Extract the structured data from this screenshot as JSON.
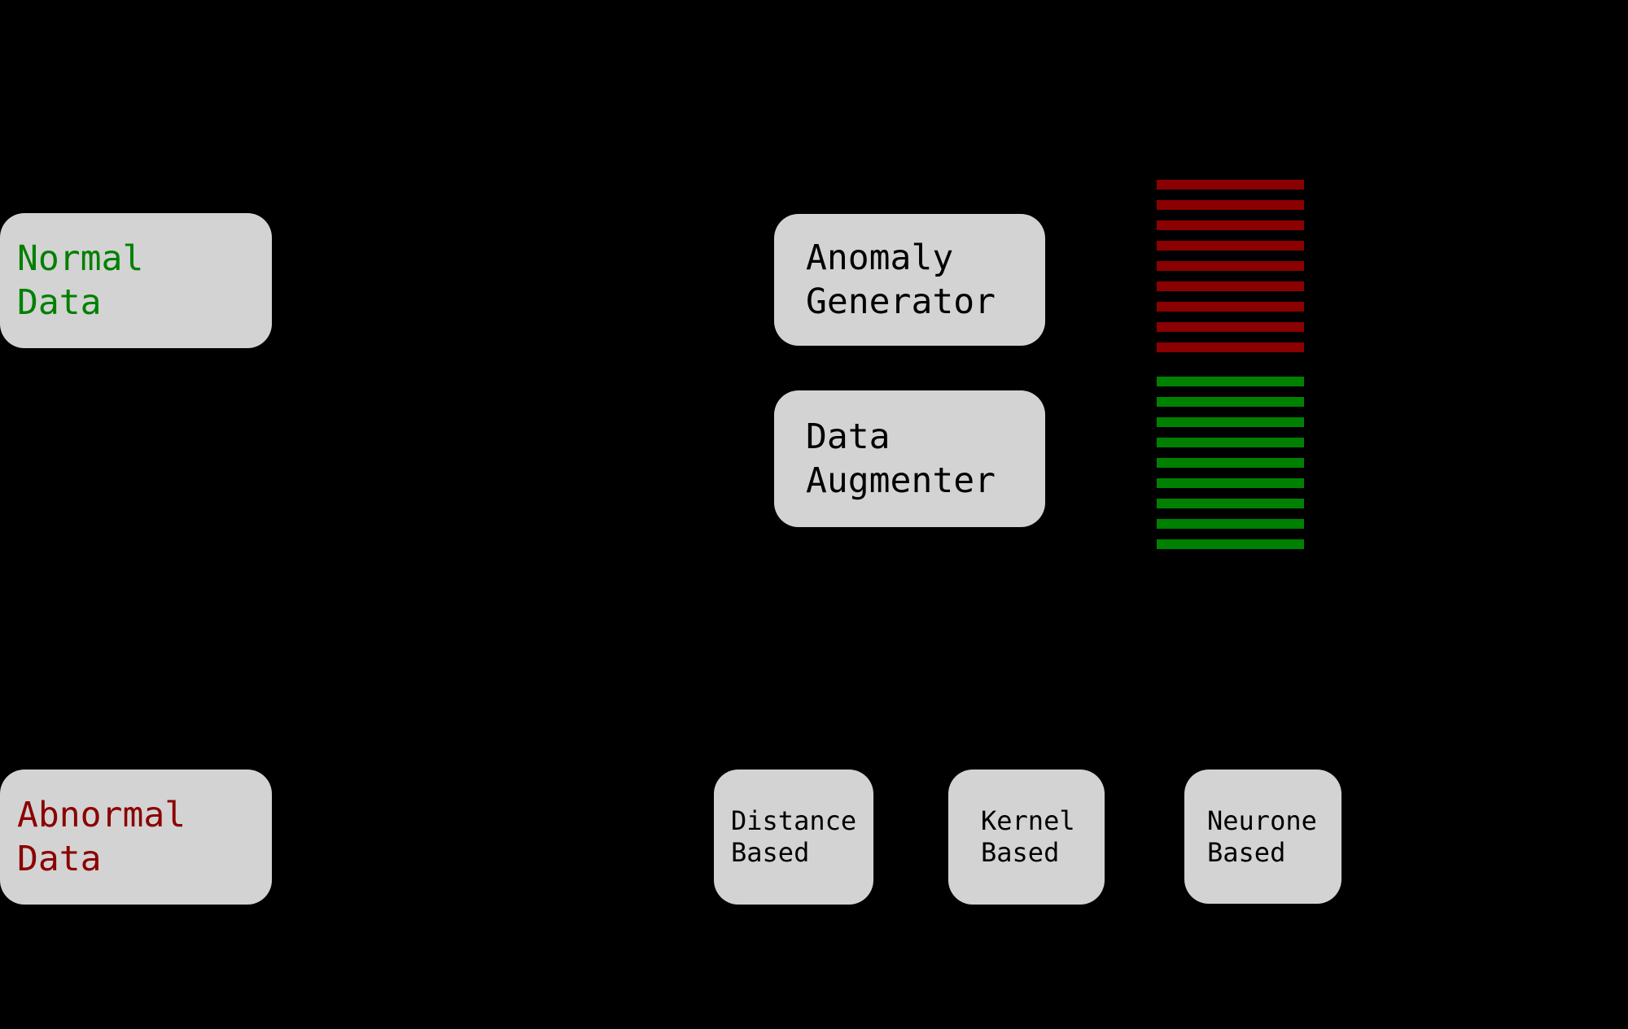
{
  "diagram": {
    "background_color": "#000000",
    "node_fill_color": "#d3d3d3",
    "normal_color": "#008000",
    "abnormal_color": "#8b0000",
    "node_text_color": "#000000"
  },
  "boxes": [
    {
      "name": "normal-data",
      "lines": [
        "Normal",
        "Data"
      ],
      "text_color": "#008000"
    },
    {
      "name": "abnormal-data",
      "lines": [
        "Abnormal",
        "Data"
      ],
      "text_color": "#8b0000"
    },
    {
      "name": "anomaly-generator",
      "lines": [
        "Anomaly",
        "Generator"
      ],
      "text_color": "#000000"
    },
    {
      "name": "data-augmenter",
      "lines": [
        "Data",
        "Augmenter"
      ],
      "text_color": "#000000"
    },
    {
      "name": "distance-based",
      "lines": [
        "Distance",
        "Based"
      ],
      "text_color": "#000000"
    },
    {
      "name": "kernel-based",
      "lines": [
        "Kernel",
        "Based"
      ],
      "text_color": "#000000"
    },
    {
      "name": "neurone-based",
      "lines": [
        "Neurone",
        "Based"
      ],
      "text_color": "#000000"
    }
  ],
  "stripe_stacks": [
    {
      "name": "abnormal-data-stack",
      "count": 9,
      "color": "#8b0000"
    },
    {
      "name": "normal-data-stack",
      "count": 9,
      "color": "#008000"
    }
  ]
}
